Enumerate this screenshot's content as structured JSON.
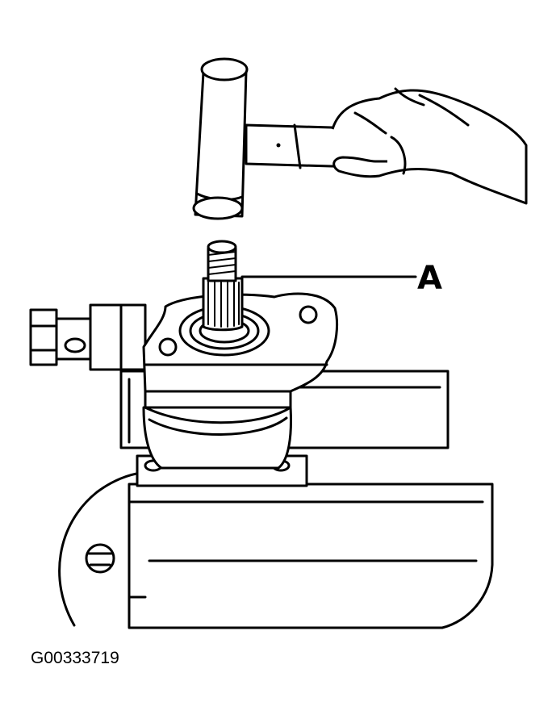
{
  "callouts": [
    {
      "letter": "A",
      "target": "splined-shaft"
    }
  ],
  "figure_id": "G00333719",
  "colors": {
    "ink": "#000000",
    "paper": "#ffffff"
  }
}
